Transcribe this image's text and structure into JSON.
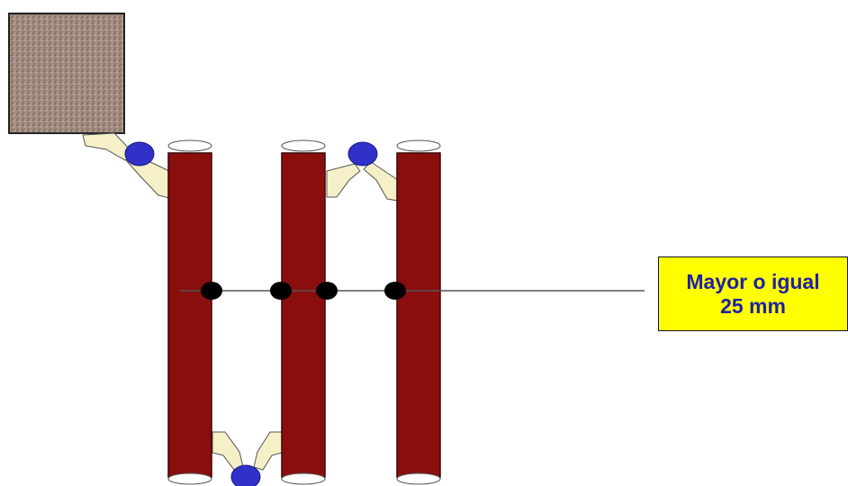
{
  "callout": {
    "line1": "Mayor o igual",
    "line2": "25 mm"
  },
  "colors": {
    "bar": "#8b0e0e",
    "bar_outline": "#3a0606",
    "clip": "#f5f0c8",
    "blue_connector": "#3131c9",
    "black_dot": "#000000",
    "aggregate_stone": "#a08a7d",
    "callout_fill": "#ffff00",
    "callout_text": "#1f1fa8"
  },
  "icons": [
    "aggregate-stone-block",
    "reinforcement-bar",
    "tie-clip",
    "spacer-dot"
  ]
}
